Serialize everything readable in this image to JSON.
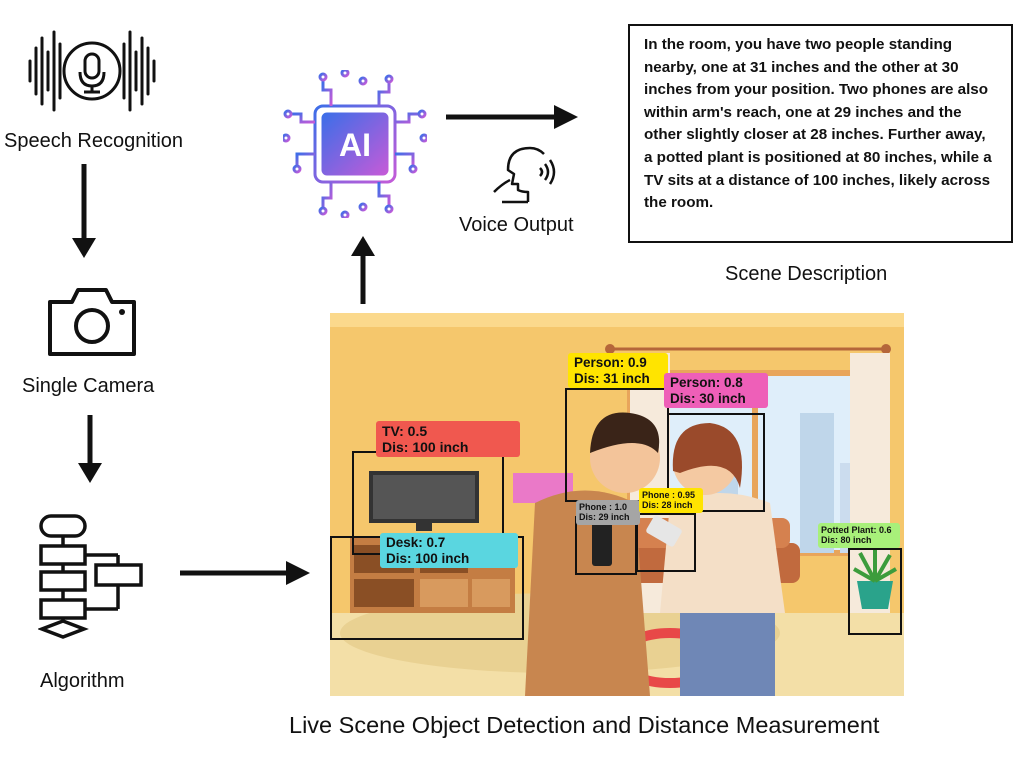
{
  "left_flow": {
    "speech_label": "Speech Recognition",
    "camera_label": "Single Camera",
    "algorithm_label": "Algorithm"
  },
  "ai": {
    "chip_text": "AI"
  },
  "voice_output_label": "Voice Output",
  "scene_description": {
    "text": "In the room, you have two people standing nearby, one at 31 inches and the other at 30 inches from your position. Two phones are also within arm's reach, one at 29 inches and the other slightly closer at 28 inches. Further away, a potted plant is positioned at 80 inches, while a TV sits at a distance of 100 inches, likely across the room.",
    "caption": "Scene Description"
  },
  "scene": {
    "caption": "Live Scene Object Detection and  Distance Measurement",
    "detections": [
      {
        "label": "TV:  0.5",
        "dist": "Dis: 100 inch",
        "color": "#f0584f"
      },
      {
        "label": "Desk: 0.7",
        "dist": "Dis: 100 inch",
        "color": "#5ad6e0"
      },
      {
        "label": "Person: 0.9",
        "dist": "Dis: 31 inch",
        "color": "#ffe400"
      },
      {
        "label": "Person: 0.8",
        "dist": "Dis: 30 inch",
        "color": "#ee5fb8"
      },
      {
        "label": "Phone : 1.0",
        "dist": "Dis: 29 inch",
        "color": "#a5a5a5"
      },
      {
        "label": "Phone : 0.95",
        "dist": "Dis: 28 inch",
        "color": "#ffe400"
      },
      {
        "label": "Potted Plant: 0.6",
        "dist": "Dis: 80 inch",
        "color": "#a8f07a"
      }
    ]
  },
  "icons": {
    "speech": "microphone-waveform-icon",
    "camera": "camera-icon",
    "algorithm": "flowchart-icon",
    "ai": "ai-chip-icon",
    "voice": "speaking-head-icon"
  }
}
